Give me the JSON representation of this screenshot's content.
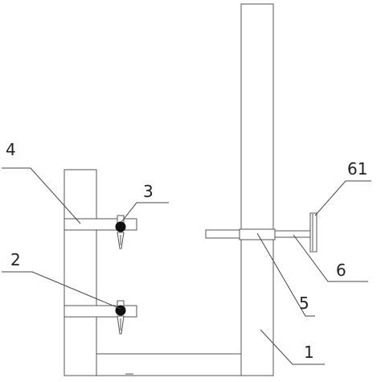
{
  "labels": {
    "label_1": "1",
    "label_2": "2",
    "label_3": "3",
    "label_4": "4",
    "label_5": "5",
    "label_6": "6",
    "label_61": "61"
  },
  "colors": {
    "line": "#555555",
    "ink": "#111111",
    "background": "#ffffff"
  }
}
